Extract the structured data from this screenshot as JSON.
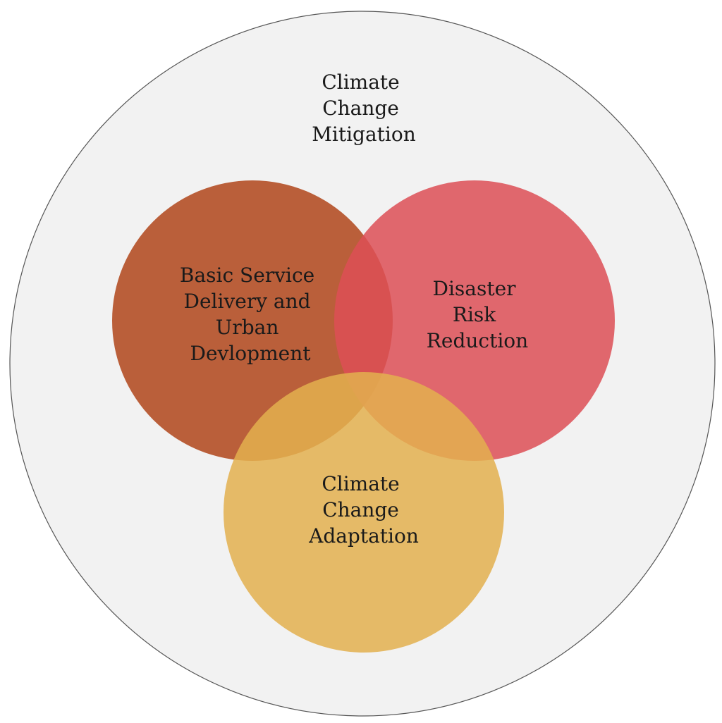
{
  "outer": {
    "label_lines": [
      "Climate",
      "Change",
      "Mitigation"
    ],
    "fill": "#f2f2f2",
    "stroke": "#555555"
  },
  "circles": [
    {
      "id": "basic-service",
      "label_lines": [
        "Basic Service",
        "Delivery and",
        "Urban",
        "Devlopment"
      ],
      "fill": "#b5532a"
    },
    {
      "id": "disaster-risk",
      "label_lines": [
        "Disaster",
        "Risk",
        "Reduction"
      ],
      "fill": "#dd4f56"
    },
    {
      "id": "adaptation",
      "label_lines": [
        "Climate",
        "Change",
        "Adaptation"
      ],
      "fill": "#e3b04f"
    }
  ]
}
